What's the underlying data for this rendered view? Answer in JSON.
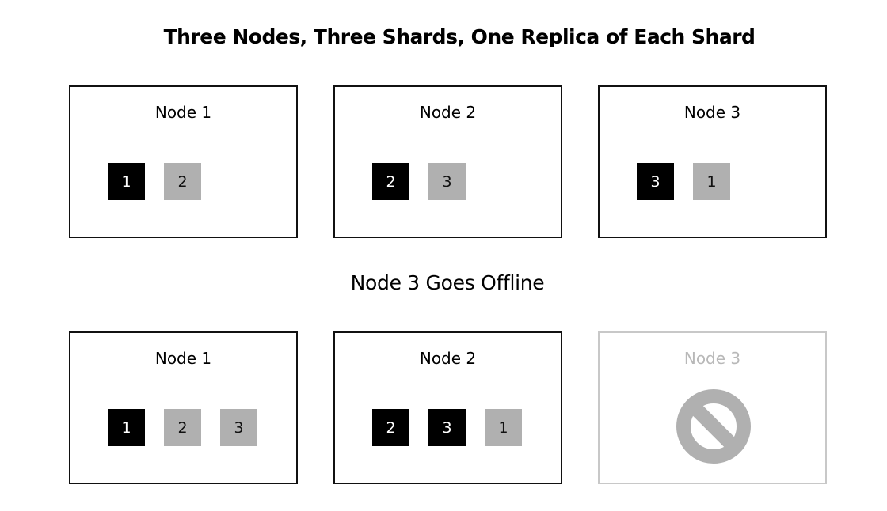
{
  "title": "Three Nodes, Three Shards, One Replica of Each Shard",
  "subtitle": "Node 3 Goes Offline",
  "colors": {
    "primary_shard": "#000000",
    "replica_shard": "#b0b0b0",
    "node_border": "#111111",
    "offline": "#b8b8b8"
  },
  "before": {
    "nodes": [
      {
        "label": "Node 1",
        "shards": [
          {
            "id": "1",
            "role": "primary"
          },
          {
            "id": "2",
            "role": "replica"
          }
        ]
      },
      {
        "label": "Node 2",
        "shards": [
          {
            "id": "2",
            "role": "primary"
          },
          {
            "id": "3",
            "role": "replica"
          }
        ]
      },
      {
        "label": "Node 3",
        "shards": [
          {
            "id": "3",
            "role": "primary"
          },
          {
            "id": "1",
            "role": "replica"
          }
        ]
      }
    ]
  },
  "after": {
    "nodes": [
      {
        "label": "Node 1",
        "shards": [
          {
            "id": "1",
            "role": "primary"
          },
          {
            "id": "2",
            "role": "replica"
          },
          {
            "id": "3",
            "role": "replica"
          }
        ]
      },
      {
        "label": "Node 2",
        "shards": [
          {
            "id": "2",
            "role": "primary"
          },
          {
            "id": "3",
            "role": "primary"
          },
          {
            "id": "1",
            "role": "replica"
          }
        ]
      },
      {
        "label": "Node 3",
        "status": "offline",
        "icon": "prohibited-icon"
      }
    ]
  }
}
